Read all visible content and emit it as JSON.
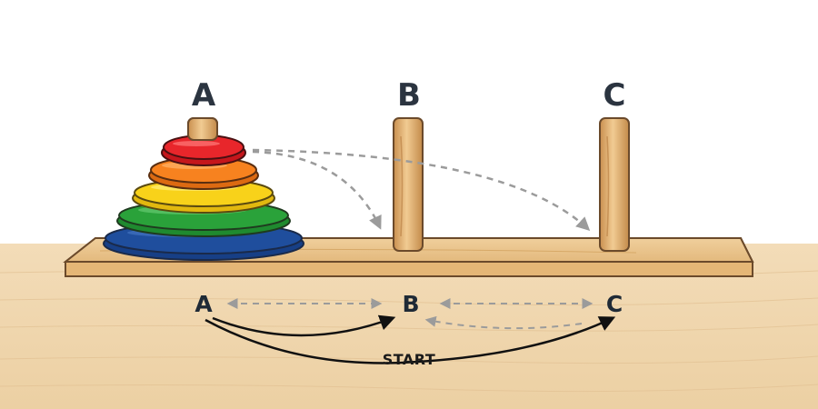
{
  "pegs": [
    {
      "id": "A",
      "label": "A"
    },
    {
      "id": "B",
      "label": "B"
    },
    {
      "id": "C",
      "label": "C"
    }
  ],
  "route": {
    "labels": [
      "A",
      "B",
      "C"
    ],
    "start_label": "START"
  },
  "disks": [
    {
      "peg": "A",
      "color": "#e8262b",
      "level": 5
    },
    {
      "peg": "A",
      "color": "#f7821f",
      "level": 4
    },
    {
      "peg": "A",
      "color": "#f8d21a",
      "level": 3
    },
    {
      "peg": "A",
      "color": "#2aa23a",
      "level": 2
    },
    {
      "peg": "A",
      "color": "#1f4e9d",
      "level": 1
    }
  ],
  "colors": {
    "wood_table": "#f2d9b3",
    "wood_base": "#e9c48e",
    "wood_peg": "#e2b57a",
    "arrow_dashed": "#9b9b9b",
    "arrow_solid": "#111111"
  }
}
